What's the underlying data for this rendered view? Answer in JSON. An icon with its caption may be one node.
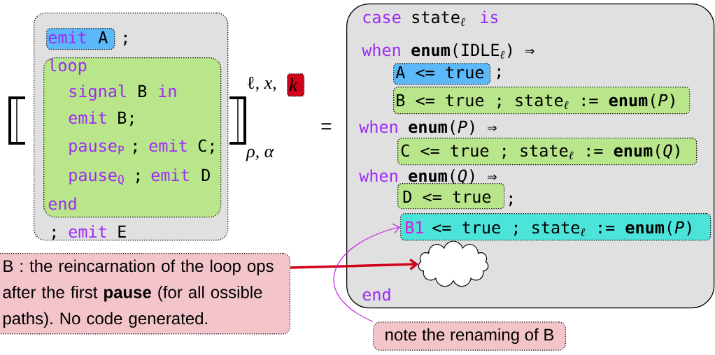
{
  "diagram": {
    "nodes": [
      {
        "text": [
          ";",
          ";",
          "emit",
          "E"
        ]
      },
      {
        "text": [
          "emit",
          "A"
        ],
        "in": 0
      },
      {
        "text": [
          "loop",
          "signal",
          "B",
          "in",
          "emit",
          "B;",
          "pause$_{P}$",
          ";",
          "emit",
          "C;",
          "pause$_{Q}$",
          ";",
          "emit",
          "D",
          "end"
        ],
        "in": 0
      },
      {
        "text": [
          "k"
        ]
      },
      {
        "text": [
          "case",
          "state$_{ℓ}$",
          "is",
          "when",
          "**enum**(IDLE$_{ℓ}$) ⇒",
          ";",
          "when",
          "**enum**(*P*) ⇒",
          "when",
          "**enum**(*Q*) ⇒",
          ";",
          "end"
        ]
      },
      {
        "text": [
          "A <= true"
        ],
        "in": 4
      },
      {
        "text": [
          "B <= true ; state$_{ℓ}$ := **enum**(*P*)"
        ],
        "in": 4
      },
      {
        "text": [
          "C <= true ; state$_{ℓ}$ := **enum**(*Q*)"
        ],
        "in": 4
      },
      {
        "text": [
          "D <= true"
        ],
        "in": 4
      },
      {
        "text": [
          "B1",
          "<= true ; state$_{ℓ}$ := **enum**(*P*)"
        ],
        "in": 4
      },
      {
        "text": [],
        "shape": "cloud",
        "in": 4
      },
      {
        "text": [
          "B : the reincarnation of the loop ops after the first **pause** (for all ossible paths). No code generated."
        ]
      },
      {
        "text": [
          "note the renaming of B"
        ]
      }
    ],
    "edges": [
      {
        "from": 11,
        "to": 10,
        "arrow": "to",
        "style": "thick",
        "color": "#d0021b"
      },
      {
        "from": 12,
        "to": 9,
        "arrow": "to",
        "color": "#c41ee0"
      }
    ],
    "labels": [
      "ℓ, x,",
      "ρ, α",
      "="
    ]
  }
}
